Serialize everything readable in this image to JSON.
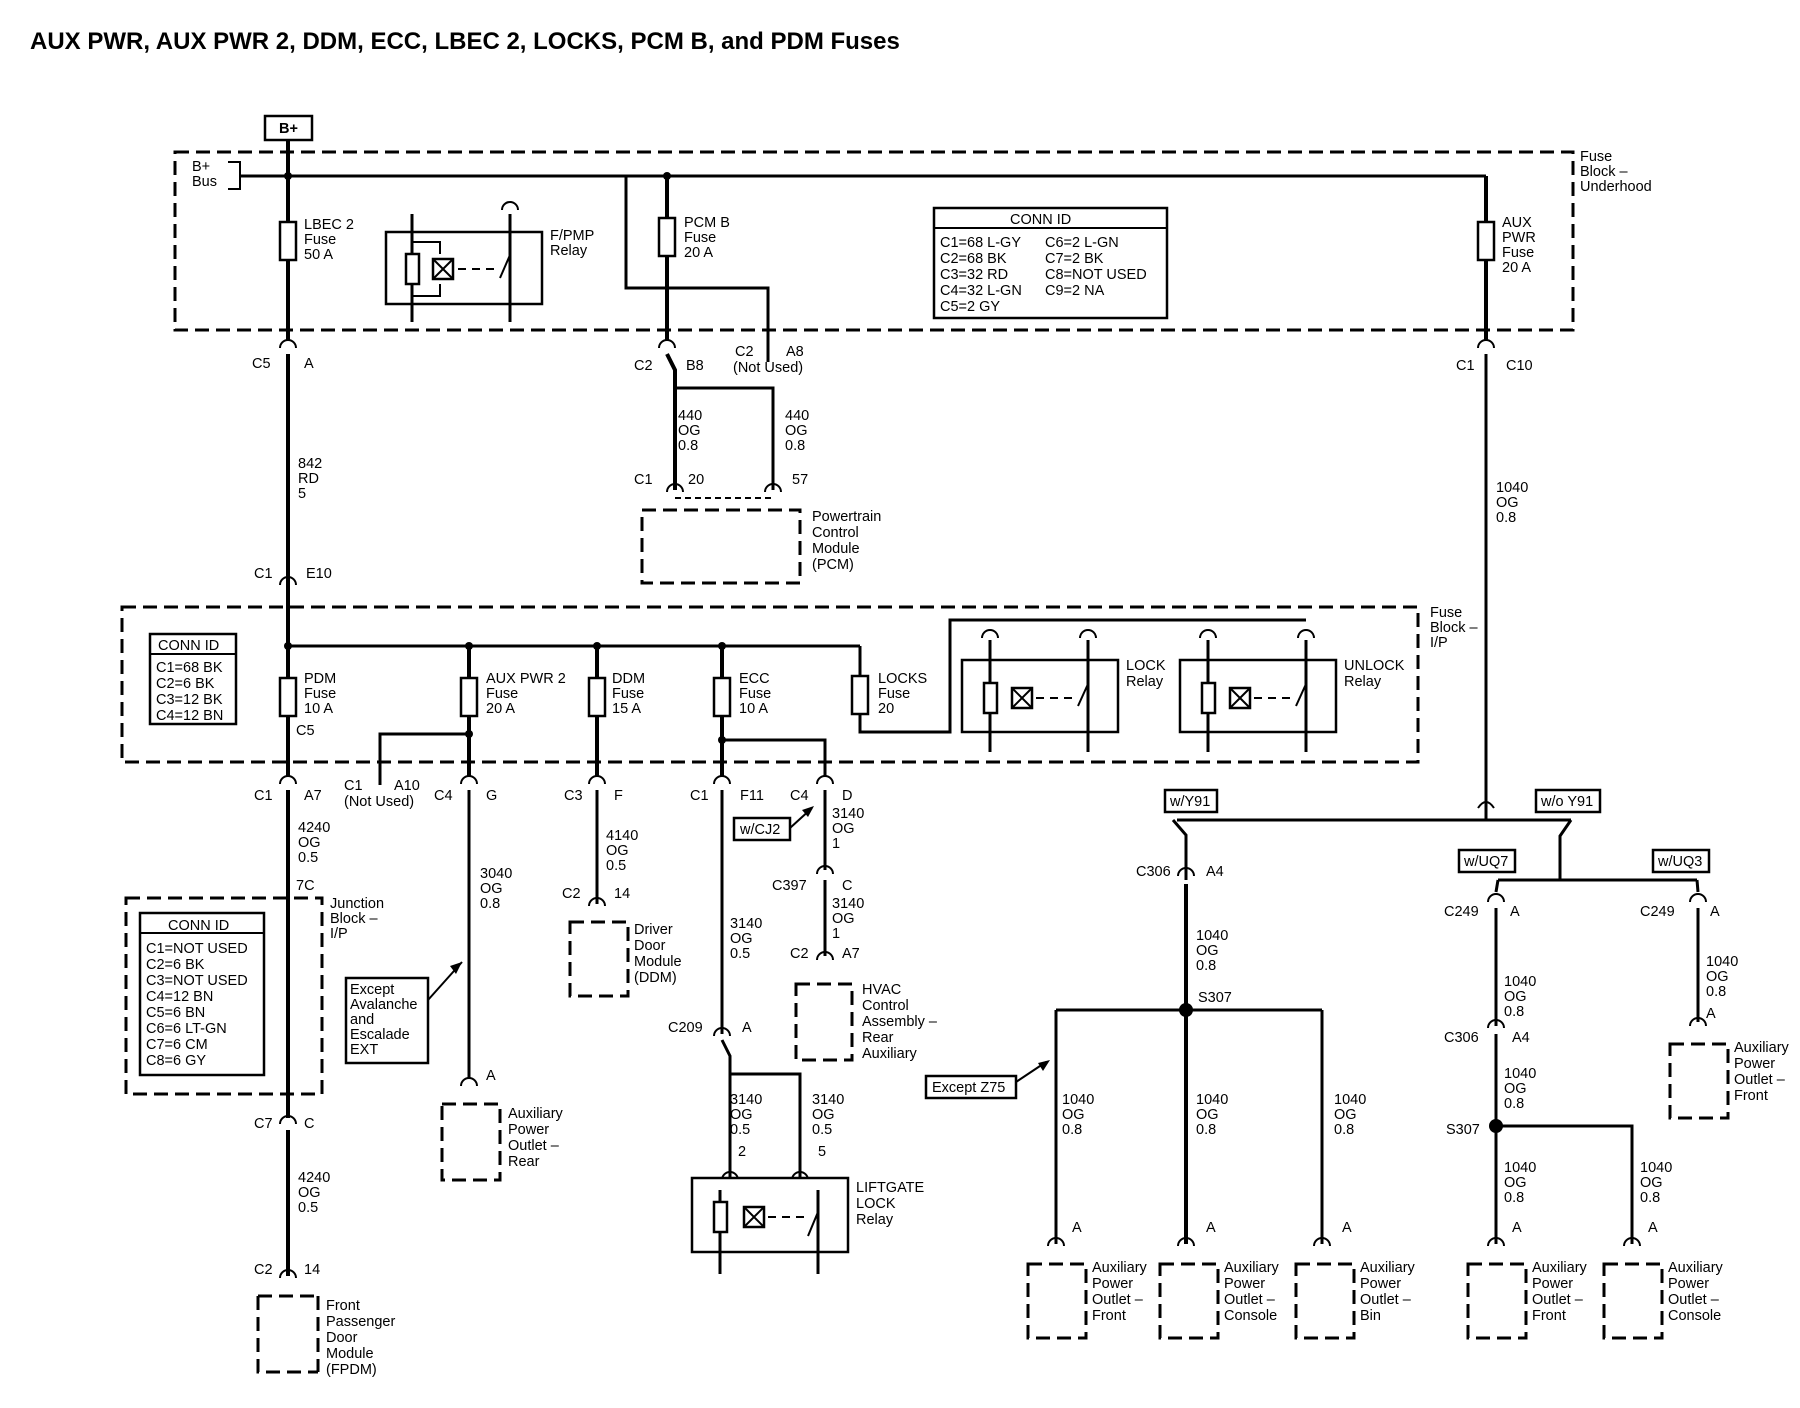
{
  "title": "AUX PWR, AUX PWR 2, DDM, ECC, LBEC 2, LOCKS, PCM B, and PDM Fuses",
  "labels": {
    "bplus": "B+",
    "bplus_bus": [
      "B+",
      "Bus"
    ],
    "fb_underhood": [
      "Fuse",
      "Block –",
      "Underhood"
    ],
    "lbec2_fuse": [
      "LBEC 2",
      "Fuse",
      "50 A"
    ],
    "fpmp_relay": [
      "F/PMP",
      "Relay"
    ],
    "pcmb_fuse": [
      "PCM B",
      "Fuse",
      "20 A"
    ],
    "aux_pwr_fuse": [
      "AUX",
      "PWR",
      "Fuse",
      "20 A"
    ],
    "conn1_title": "CONN ID",
    "conn1_lines": [
      "C1=68 L-GY",
      "C2=68 BK",
      "C3=32 RD",
      "C4=32 L-GN",
      "C5=2 GY"
    ],
    "conn1_lines2": [
      "C6=2 L-GN",
      "C7=2 BK",
      "C8=NOT USED",
      "C9=2 NA"
    ],
    "c5": "C5",
    "c5_pin": "A",
    "c2_b8": "C2",
    "b8": "B8",
    "c2_a8": "C2",
    "a8": "A8",
    "not_used_1": "(Not Used)",
    "c1_c10": "C1",
    "c10": "C10",
    "w842": [
      "842",
      "RD",
      "5"
    ],
    "w440a": [
      "440",
      "OG",
      "0.8"
    ],
    "w440b": [
      "440",
      "OG",
      "0.8"
    ],
    "pcm_c1": "C1",
    "pcm_20": "20",
    "pcm_57": "57",
    "pcm": [
      "Powertrain",
      "Control",
      "Module",
      "(PCM)"
    ],
    "w1040_top": [
      "1040",
      "OG",
      "0.8"
    ],
    "c1_e10": "C1",
    "e10": "E10",
    "fb_ip": [
      "Fuse",
      "Block –",
      "I/P"
    ],
    "conn2_title": "CONN ID",
    "conn2_lines": [
      "C1=68 BK",
      "C2=6 BK",
      "C3=12 BK",
      "C4=12 BN"
    ],
    "pdm_fuse": [
      "PDM",
      "Fuse",
      "10 A"
    ],
    "pdm_c5": "C5",
    "auxpwr2_fuse": [
      "AUX PWR 2",
      "Fuse",
      "20 A"
    ],
    "ddm_fuse": [
      "DDM",
      "Fuse",
      "15 A"
    ],
    "ecc_fuse": [
      "ECC",
      "Fuse",
      "10 A"
    ],
    "locks_fuse": [
      "LOCKS",
      "Fuse",
      "20"
    ],
    "lock_relay": [
      "LOCK",
      "Relay"
    ],
    "unlock_relay": [
      "UNLOCK",
      "Relay"
    ],
    "c1_a7": "C1",
    "a7": "A7",
    "c1_a10": "C1",
    "a10": "A10",
    "not_used_2": "(Not Used)",
    "c4_g": "C4",
    "g": "G",
    "c3_f": "C3",
    "f": "F",
    "c1_f11": "C1",
    "f11": "F11",
    "c4_d": "C4",
    "d": "D",
    "wcj2": "w/CJ2",
    "w3140_d": [
      "3140",
      "OG",
      "1"
    ],
    "c397": "C397",
    "c397_pin": "C",
    "w3140_c": [
      "3140",
      "OG",
      "1"
    ],
    "hvac_c2": "C2",
    "hvac_a7": "A7",
    "hvac": [
      "HVAC",
      "Control",
      "Assembly –",
      "Rear",
      "Auxiliary"
    ],
    "w4240a": [
      "4240",
      "OG",
      "0.5"
    ],
    "jb_7c": "7C",
    "junction_block": [
      "Junction",
      "Block –",
      "I/P"
    ],
    "conn3_title": "CONN ID",
    "conn3_lines": [
      "C1=NOT USED",
      "C2=6 BK",
      "C3=NOT USED",
      "C4=12 BN",
      "C5=6 BN",
      "C6=6 LT-GN",
      "C7=6 CM",
      "C8=6 GY"
    ],
    "c7_c": "C7",
    "c7_pin": "C",
    "w4240b": [
      "4240",
      "OG",
      "0.5"
    ],
    "fpdm_c2": "C2",
    "fpdm_14": "14",
    "fpdm": [
      "Front",
      "Passenger",
      "Door",
      "Module",
      "(FPDM)"
    ],
    "w3040": [
      "3040",
      "OG",
      "0.8"
    ],
    "except_aval": [
      "Except",
      "Avalanche",
      "and",
      "Escalade",
      "EXT"
    ],
    "apo_rear_a": "A",
    "apo_rear": [
      "Auxiliary",
      "Power",
      "Outlet –",
      "Rear"
    ],
    "w4140": [
      "4140",
      "OG",
      "0.5"
    ],
    "ddm_c2": "C2",
    "ddm_14": "14",
    "ddm": [
      "Driver",
      "Door",
      "Module",
      "(DDM)"
    ],
    "w3140_ecc": [
      "3140",
      "OG",
      "0.5"
    ],
    "c209": "C209",
    "c209_pin": "A",
    "w3140_l": [
      "3140",
      "OG",
      "0.5",
      "2"
    ],
    "w3140_r": [
      "3140",
      "OG",
      "0.5",
      "5"
    ],
    "liftgate": [
      "LIFTGATE",
      "LOCK",
      "Relay"
    ],
    "wy91": "w/Y91",
    "woy91": "w/o Y91",
    "c306_a4": "C306",
    "a4": "A4",
    "w1040_c306": [
      "1040",
      "OG",
      "0.8"
    ],
    "s307": "S307",
    "except_z75": "Except Z75",
    "w1040_b1": [
      "1040",
      "OG",
      "0.8"
    ],
    "w1040_b2": [
      "1040",
      "OG",
      "0.8"
    ],
    "w1040_b3": [
      "1040",
      "OG",
      "0.8"
    ],
    "pin_a": "A",
    "apo_front": [
      "Auxiliary",
      "Power",
      "Outlet –",
      "Front"
    ],
    "apo_console": [
      "Auxiliary",
      "Power",
      "Outlet –",
      "Console"
    ],
    "apo_bin": [
      "Auxiliary",
      "Power",
      "Outlet –",
      "Bin"
    ],
    "wuq7": "w/UQ7",
    "wuq3": "w/UQ3",
    "c249": "C249",
    "w1040_uq7": [
      "1040",
      "OG",
      "0.8"
    ],
    "c306_b": "C306",
    "a4_b": "A4",
    "w1040_uq7b": [
      "1040",
      "OG",
      "0.8"
    ],
    "s307_b": "S307",
    "w1040_uq7c": [
      "1040",
      "OG",
      "0.8"
    ],
    "w1040_uq7d": [
      "1040",
      "OG",
      "0.8"
    ],
    "w1040_uq3": [
      "1040",
      "OG",
      "0.8"
    ],
    "apo_front_uq3": [
      "Auxiliary",
      "Power",
      "Outlet –",
      "Front"
    ]
  }
}
